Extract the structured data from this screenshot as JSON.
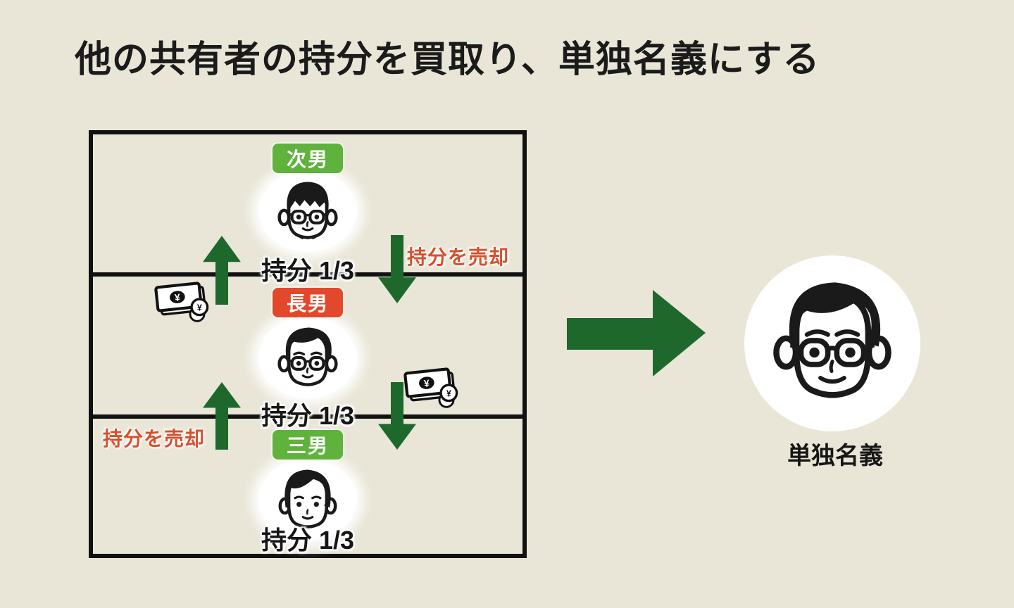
{
  "title": "他の共有者の持分を買取り、単独名義にする",
  "colors": {
    "background": "#e9e6d7",
    "line_black": "#111111",
    "arrow_green": "#1e682c",
    "badge_green": "#5fb23c",
    "badge_red": "#e2492c",
    "sell_text_red": "#d6502e"
  },
  "building": {
    "floors": [
      {
        "badge": "次男",
        "badge_color": "#5fb23c",
        "share": "持分 1/3",
        "avatar": "second-son-glasses-goatee"
      },
      {
        "badge": "長男",
        "badge_color": "#e2492c",
        "share": "持分 1/3",
        "avatar": "eldest-son-glasses"
      },
      {
        "badge": "三男",
        "badge_color": "#5fb23c",
        "share": "持分 1/3",
        "avatar": "third-son"
      }
    ]
  },
  "labels": {
    "sell_upper": "持分を売却",
    "sell_lower": "持分を売却"
  },
  "icons": {
    "yen_symbol": "¥"
  },
  "result_label": "単独名義"
}
